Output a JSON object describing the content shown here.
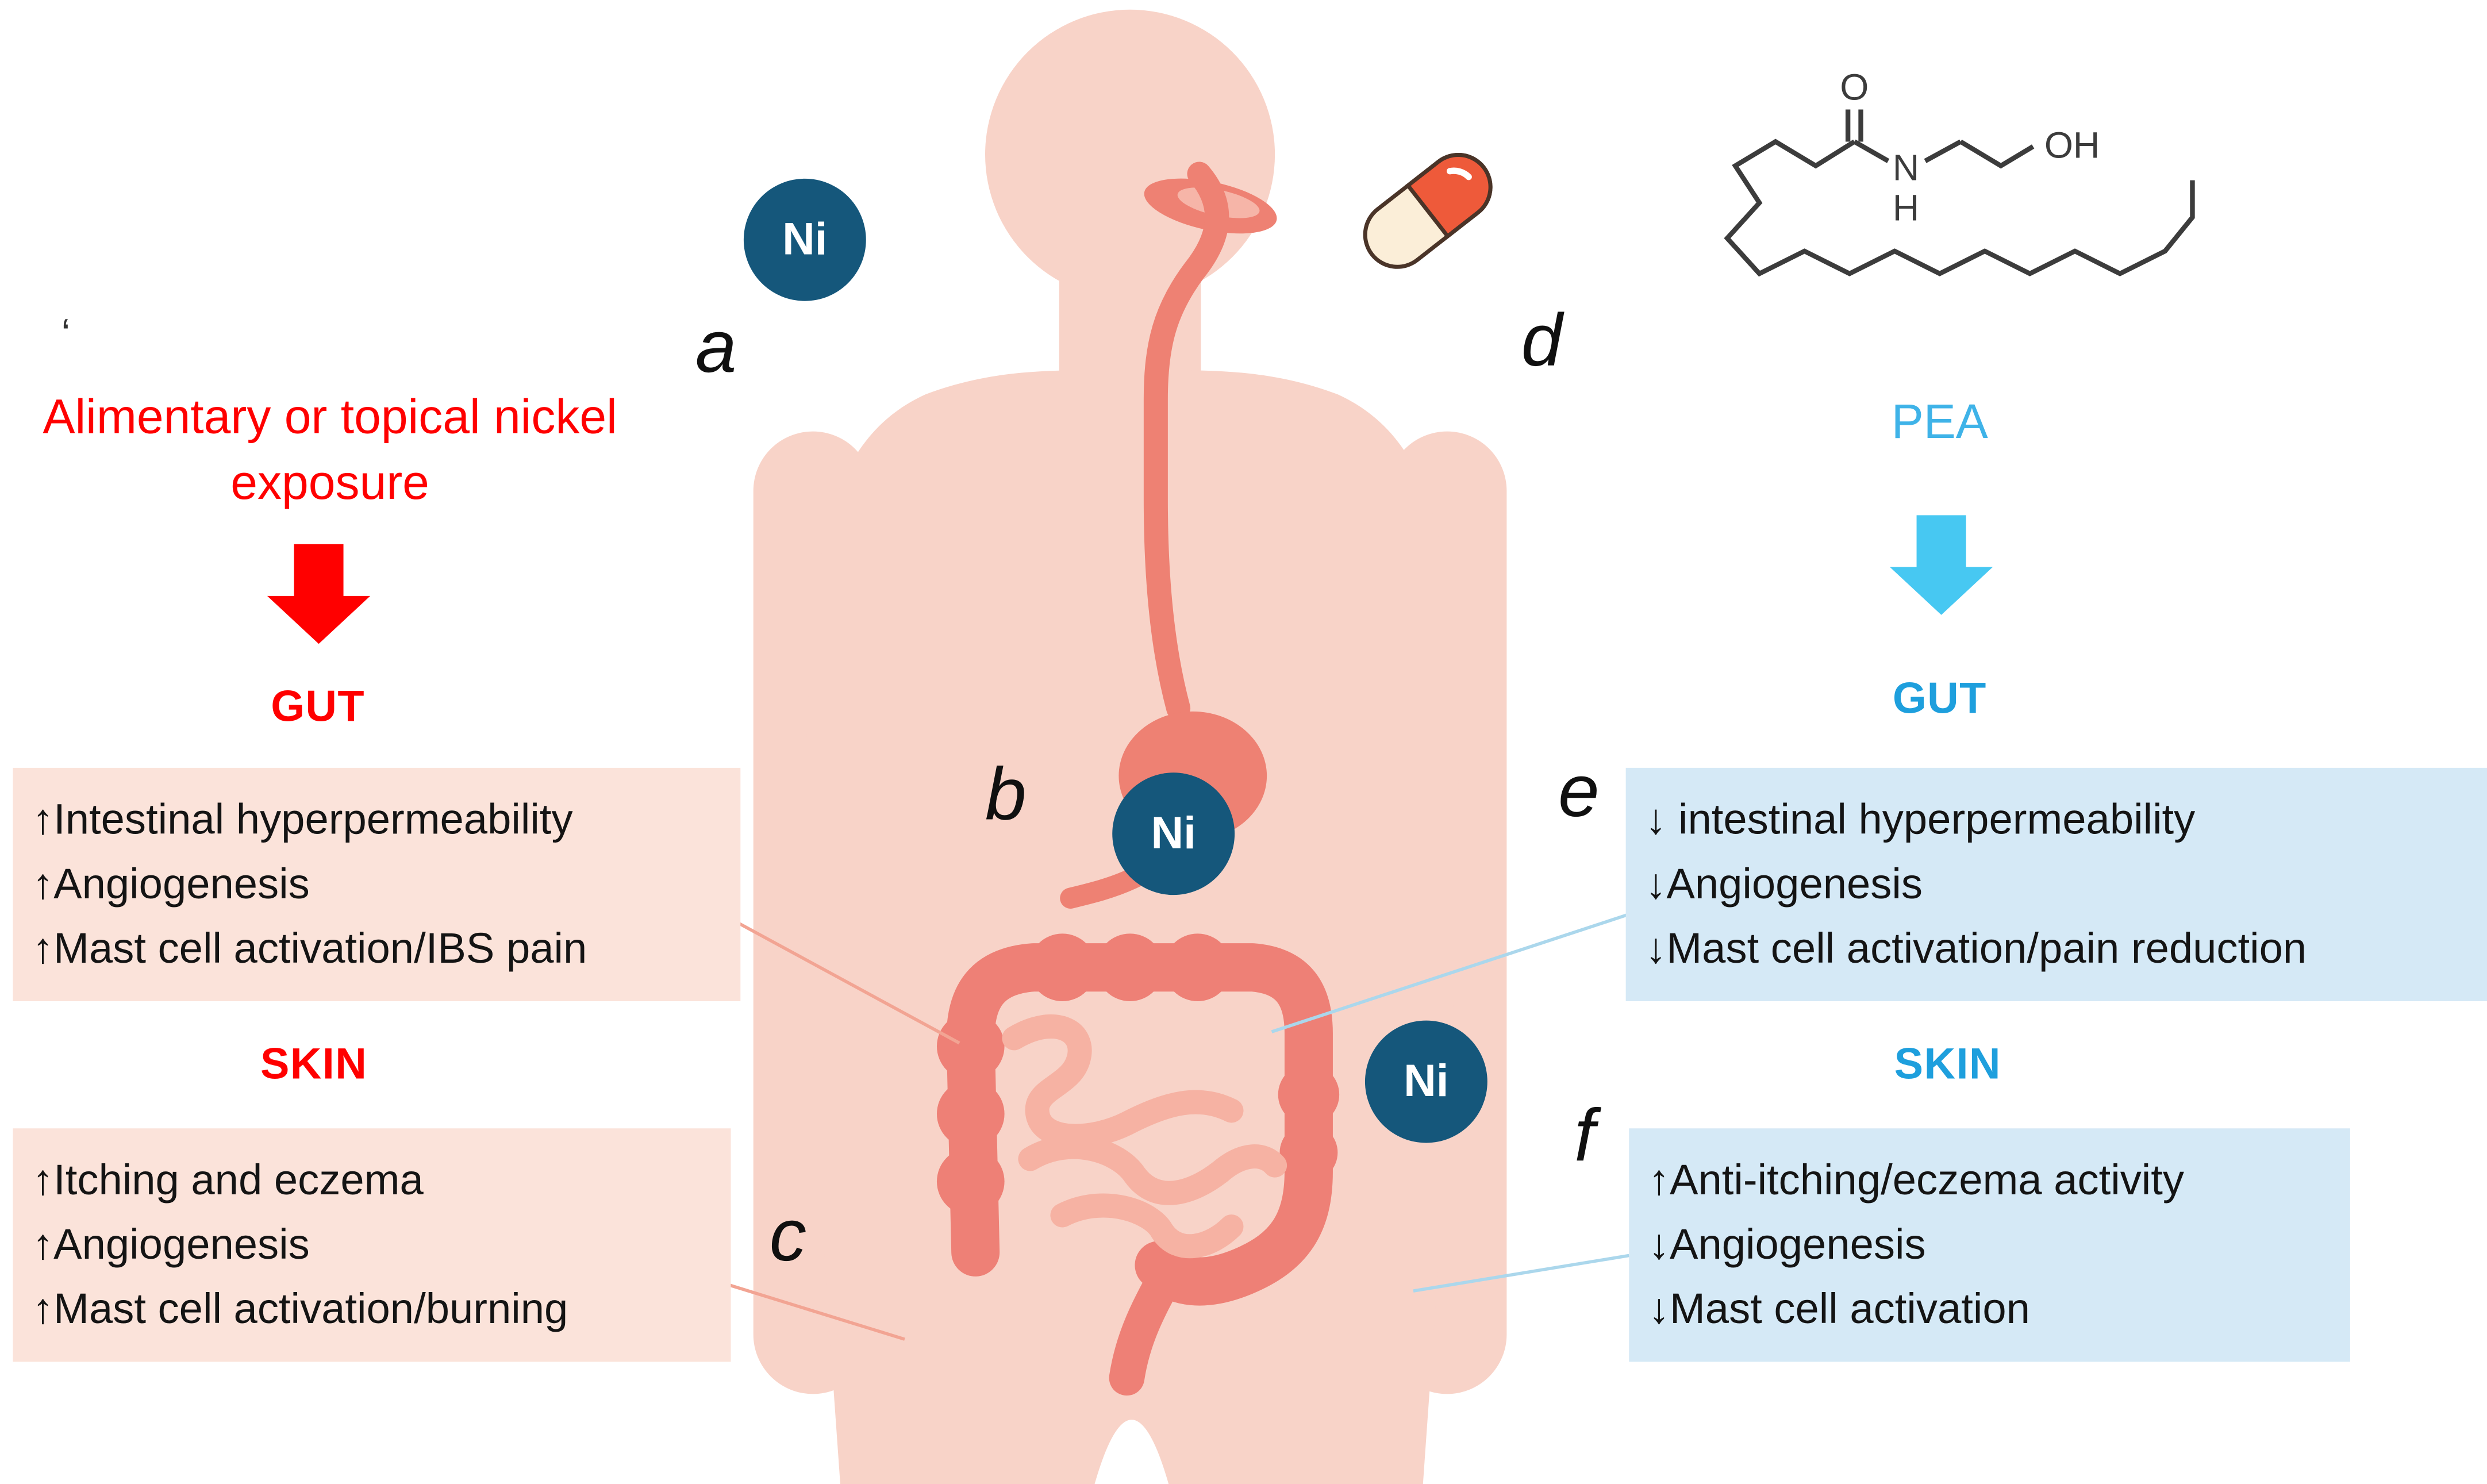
{
  "left": {
    "heading": "Alimentary or topical nickel exposure",
    "gut_label": "GUT",
    "gut_effects": [
      "↑Intestinal hyperpermeability",
      "↑Angiogenesis",
      "↑Mast cell activation/IBS pain"
    ],
    "skin_label": "SKIN",
    "skin_effects": [
      "↑Itching and eczema",
      "↑Angiogenesis",
      "↑Mast cell activation/burning"
    ]
  },
  "right": {
    "compound_label": "PEA",
    "gut_label": "GUT",
    "gut_effects": [
      "↓ intestinal hyperpermeability",
      "↓Angiogenesis",
      "↓Mast cell activation/pain reduction"
    ],
    "skin_label": "SKIN",
    "skin_effects": [
      "↑Anti-itching/eczema activity",
      "↓Angiogenesis",
      "↓Mast cell activation"
    ]
  },
  "markers": {
    "letter_a": "a",
    "letter_b": "b",
    "letter_c": "c",
    "letter_d": "d",
    "letter_e": "e",
    "letter_f": "f",
    "ni_label": "Ni"
  },
  "chemical_structure": {
    "atom_o": "O",
    "atom_n": "N",
    "atom_h": "H",
    "atom_oh": "OH"
  },
  "stray_mark": "‘",
  "colors": {
    "red_accent": "#ff0000",
    "blue_accent": "#1e9fdd",
    "blue_arrow": "#47c8f2",
    "pea_text": "#3fb3e8",
    "pink_box": "#fbe3da",
    "blue_box": "#d5e9f6",
    "ni_circle": "#15577b",
    "body_skin": "#f8d3c8",
    "digestive_tract": "#ee8076",
    "small_intestine": "#f6b2a3"
  }
}
